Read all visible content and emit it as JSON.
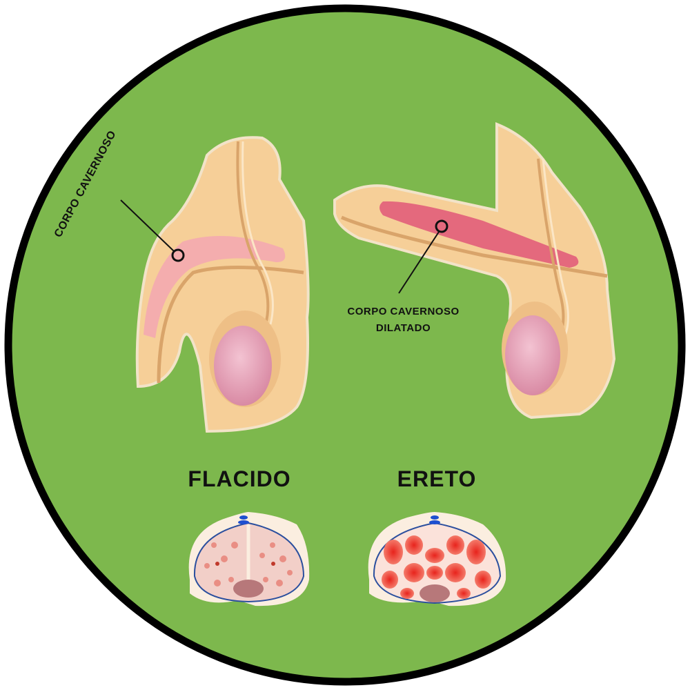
{
  "flaccid": {
    "title": "FLACIDO",
    "label": "CORPO CAVERNOSO"
  },
  "erect": {
    "title": "ERETO",
    "label_line1": "CORPO CAVERNOSO",
    "label_line2": "DILATADO"
  },
  "colors": {
    "background": "#7db84d",
    "border": "#000000",
    "skin": "#f6cf98",
    "corpus": "#e88a9a",
    "testis": "#e4a0b5"
  }
}
